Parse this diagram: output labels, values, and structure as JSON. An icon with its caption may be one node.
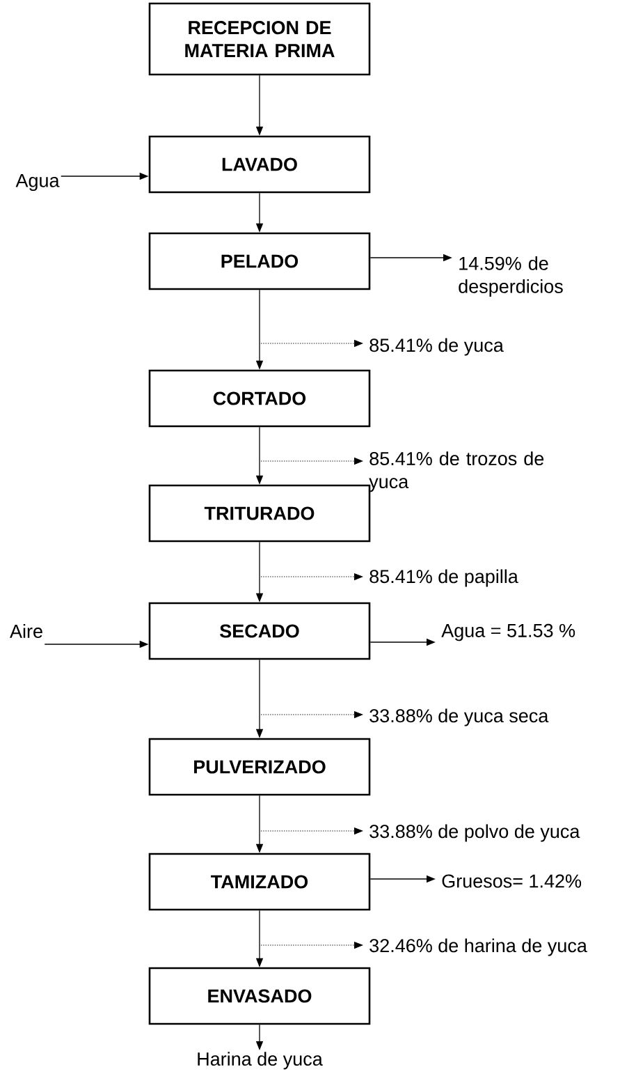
{
  "diagram": {
    "nodes": [
      {
        "text": [
          "RECEPCION DE MATERIA PRIMA"
        ]
      },
      {
        "text": [
          "Agua"
        ]
      },
      {
        "text": [
          "LAVADO"
        ]
      },
      {
        "text": [
          "PELADO"
        ]
      },
      {
        "text": [
          "14.59% de desperdicios"
        ]
      },
      {
        "text": [
          "85.41% de yuca"
        ]
      },
      {
        "text": [
          "CORTADO"
        ]
      },
      {
        "text": [
          "85.41% de trozos de yuca"
        ]
      },
      {
        "text": [
          "TRITURADO"
        ]
      },
      {
        "text": [
          "85.41% de papilla"
        ]
      },
      {
        "text": [
          "Aire"
        ]
      },
      {
        "text": [
          "SECADO"
        ]
      },
      {
        "text": [
          "Agua = 51.53 %"
        ]
      },
      {
        "text": [
          "33.88% de yuca seca"
        ]
      },
      {
        "text": [
          "PULVERIZADO"
        ]
      },
      {
        "text": [
          "33.88% de polvo de yuca"
        ]
      },
      {
        "text": [
          "TAMIZADO"
        ]
      },
      {
        "text": [
          "Gruesos= 1.42%"
        ]
      },
      {
        "text": [
          "32.46% de harina de yuca"
        ]
      },
      {
        "text": [
          "ENVASADO"
        ]
      },
      {
        "text": [
          "Harina de yuca"
        ]
      }
    ],
    "edges": [
      {
        "from": 0,
        "to": 2,
        "arrow": "to"
      },
      {
        "from": 1,
        "to": 2,
        "arrow": "to"
      },
      {
        "from": 2,
        "to": 3,
        "arrow": "to"
      },
      {
        "from": 3,
        "to": 4,
        "arrow": "to"
      },
      {
        "from": null,
        "to": 5,
        "arrow": "to",
        "style": "dashed"
      },
      {
        "from": 3,
        "to": 6,
        "arrow": "to"
      },
      {
        "from": null,
        "to": 7,
        "arrow": "to",
        "style": "dashed"
      },
      {
        "from": 6,
        "to": 8,
        "arrow": "to"
      },
      {
        "from": null,
        "to": 9,
        "arrow": "to",
        "style": "dashed"
      },
      {
        "from": 8,
        "to": 11,
        "arrow": "to"
      },
      {
        "from": 10,
        "to": 11,
        "arrow": "to"
      },
      {
        "from": 11,
        "to": 12,
        "arrow": "to"
      },
      {
        "from": null,
        "to": 13,
        "arrow": "to",
        "style": "dashed"
      },
      {
        "from": 11,
        "to": 14,
        "arrow": "to"
      },
      {
        "from": null,
        "to": 15,
        "arrow": "to",
        "style": "dashed"
      },
      {
        "from": 14,
        "to": 16,
        "arrow": "to"
      },
      {
        "from": 16,
        "to": 17,
        "arrow": "to"
      },
      {
        "from": null,
        "to": 18,
        "arrow": "to",
        "style": "dashed"
      },
      {
        "from": 16,
        "to": 19,
        "arrow": "to"
      },
      {
        "from": 19,
        "to": 20,
        "arrow": "to"
      }
    ]
  }
}
